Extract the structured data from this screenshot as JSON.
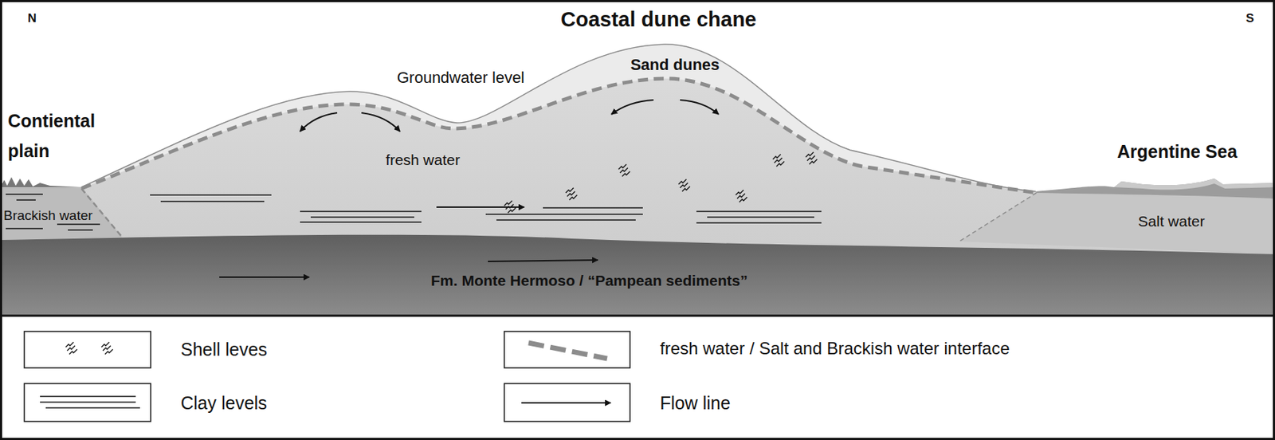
{
  "diagram": {
    "title": "Coastal dune chane",
    "labels": [
      "N",
      "S",
      "Sand dunes",
      "Groundwater level",
      "Contiental plain",
      "fresh water",
      "Argentine Sea",
      "Brackish water",
      "Salt water",
      "Fm. Monte Hermoso / “Pampean sediments”"
    ],
    "legend": [
      {
        "text": "Shell leves"
      },
      {
        "text": "Clay levels"
      },
      {
        "text": "fresh water / Salt and Brackish water interface"
      },
      {
        "text": "Flow line"
      }
    ]
  }
}
